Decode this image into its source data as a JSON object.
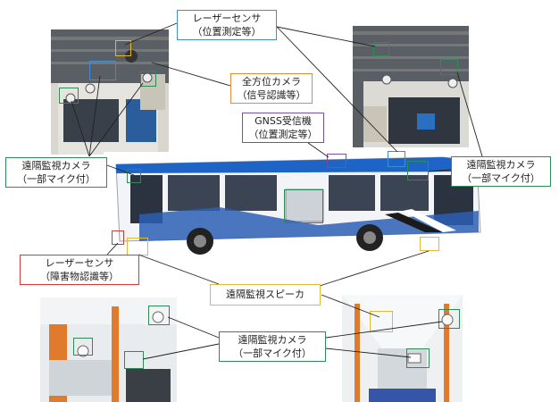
{
  "colors": {
    "sensor_blue": "#3a8fd8",
    "camera_green": "#2e8b57",
    "omni_orange": "#e08b3a",
    "gnss_purple": "#7a4fa0",
    "obstacle_red": "#d23a3a",
    "speaker_yellow": "#e0b83a"
  },
  "labels": {
    "lidar_top": [
      "レーザーセンサ",
      "（位置測定等）"
    ],
    "omni_camera": [
      "全方位カメラ",
      "（信号認識等）"
    ],
    "gnss": [
      "GNSS受信機",
      "（位置測定等）"
    ],
    "camera_left": [
      "遠隔監視カメラ",
      "（一部マイク付）"
    ],
    "camera_right": [
      "遠隔監視カメラ",
      "（一部マイク付）"
    ],
    "lidar_obstacle": [
      "レーザーセンサ",
      "（障害物認識等）"
    ],
    "speaker": [
      "遠隔監視スピーカ"
    ],
    "camera_bottom": [
      "遠隔監視カメラ",
      "（一部マイク付）"
    ]
  }
}
